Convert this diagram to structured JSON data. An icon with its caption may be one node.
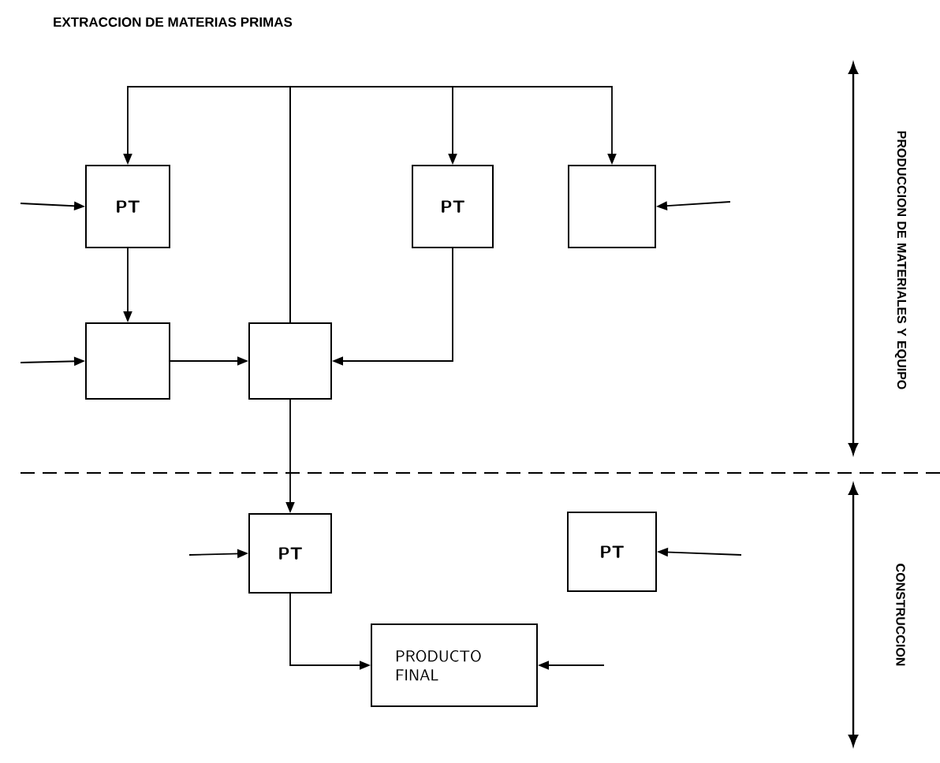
{
  "diagram": {
    "title": "EXTRACCION DE MATERIAS PRIMAS",
    "nodes": [
      {
        "text": [
          "PT"
        ]
      },
      {
        "text": [
          "PT"
        ]
      },
      {
        "text": [],
        "shape": "box"
      },
      {
        "text": [],
        "shape": "box"
      },
      {
        "text": [],
        "shape": "box"
      },
      {
        "text": [
          "PT"
        ]
      },
      {
        "text": [
          "PT"
        ]
      },
      {
        "text": [
          "PRODUCTO FINAL"
        ]
      }
    ],
    "edges": [
      {
        "from": null,
        "to": 0,
        "arrow": "to"
      },
      {
        "from": 4,
        "to": 0,
        "arrow": "to"
      },
      {
        "from": 4,
        "to": 1,
        "arrow": "to"
      },
      {
        "from": 4,
        "to": 2,
        "arrow": "to"
      },
      {
        "from": null,
        "to": 2,
        "arrow": "to"
      },
      {
        "from": 0,
        "to": 3,
        "arrow": "to"
      },
      {
        "from": null,
        "to": 3,
        "arrow": "to"
      },
      {
        "from": 3,
        "to": 4,
        "arrow": "to"
      },
      {
        "from": 1,
        "to": 4,
        "arrow": "to"
      },
      {
        "from": 4,
        "to": 5,
        "arrow": "to"
      },
      {
        "from": null,
        "to": 5,
        "arrow": "to"
      },
      {
        "from": null,
        "to": 6,
        "arrow": "to"
      },
      {
        "from": 5,
        "to": 7,
        "arrow": "to"
      },
      {
        "from": null,
        "to": 7,
        "arrow": "to"
      }
    ],
    "labels": [
      "PRODUCCION DE MATERIALES Y EQUIPO",
      "CONSTRUCCION"
    ]
  }
}
